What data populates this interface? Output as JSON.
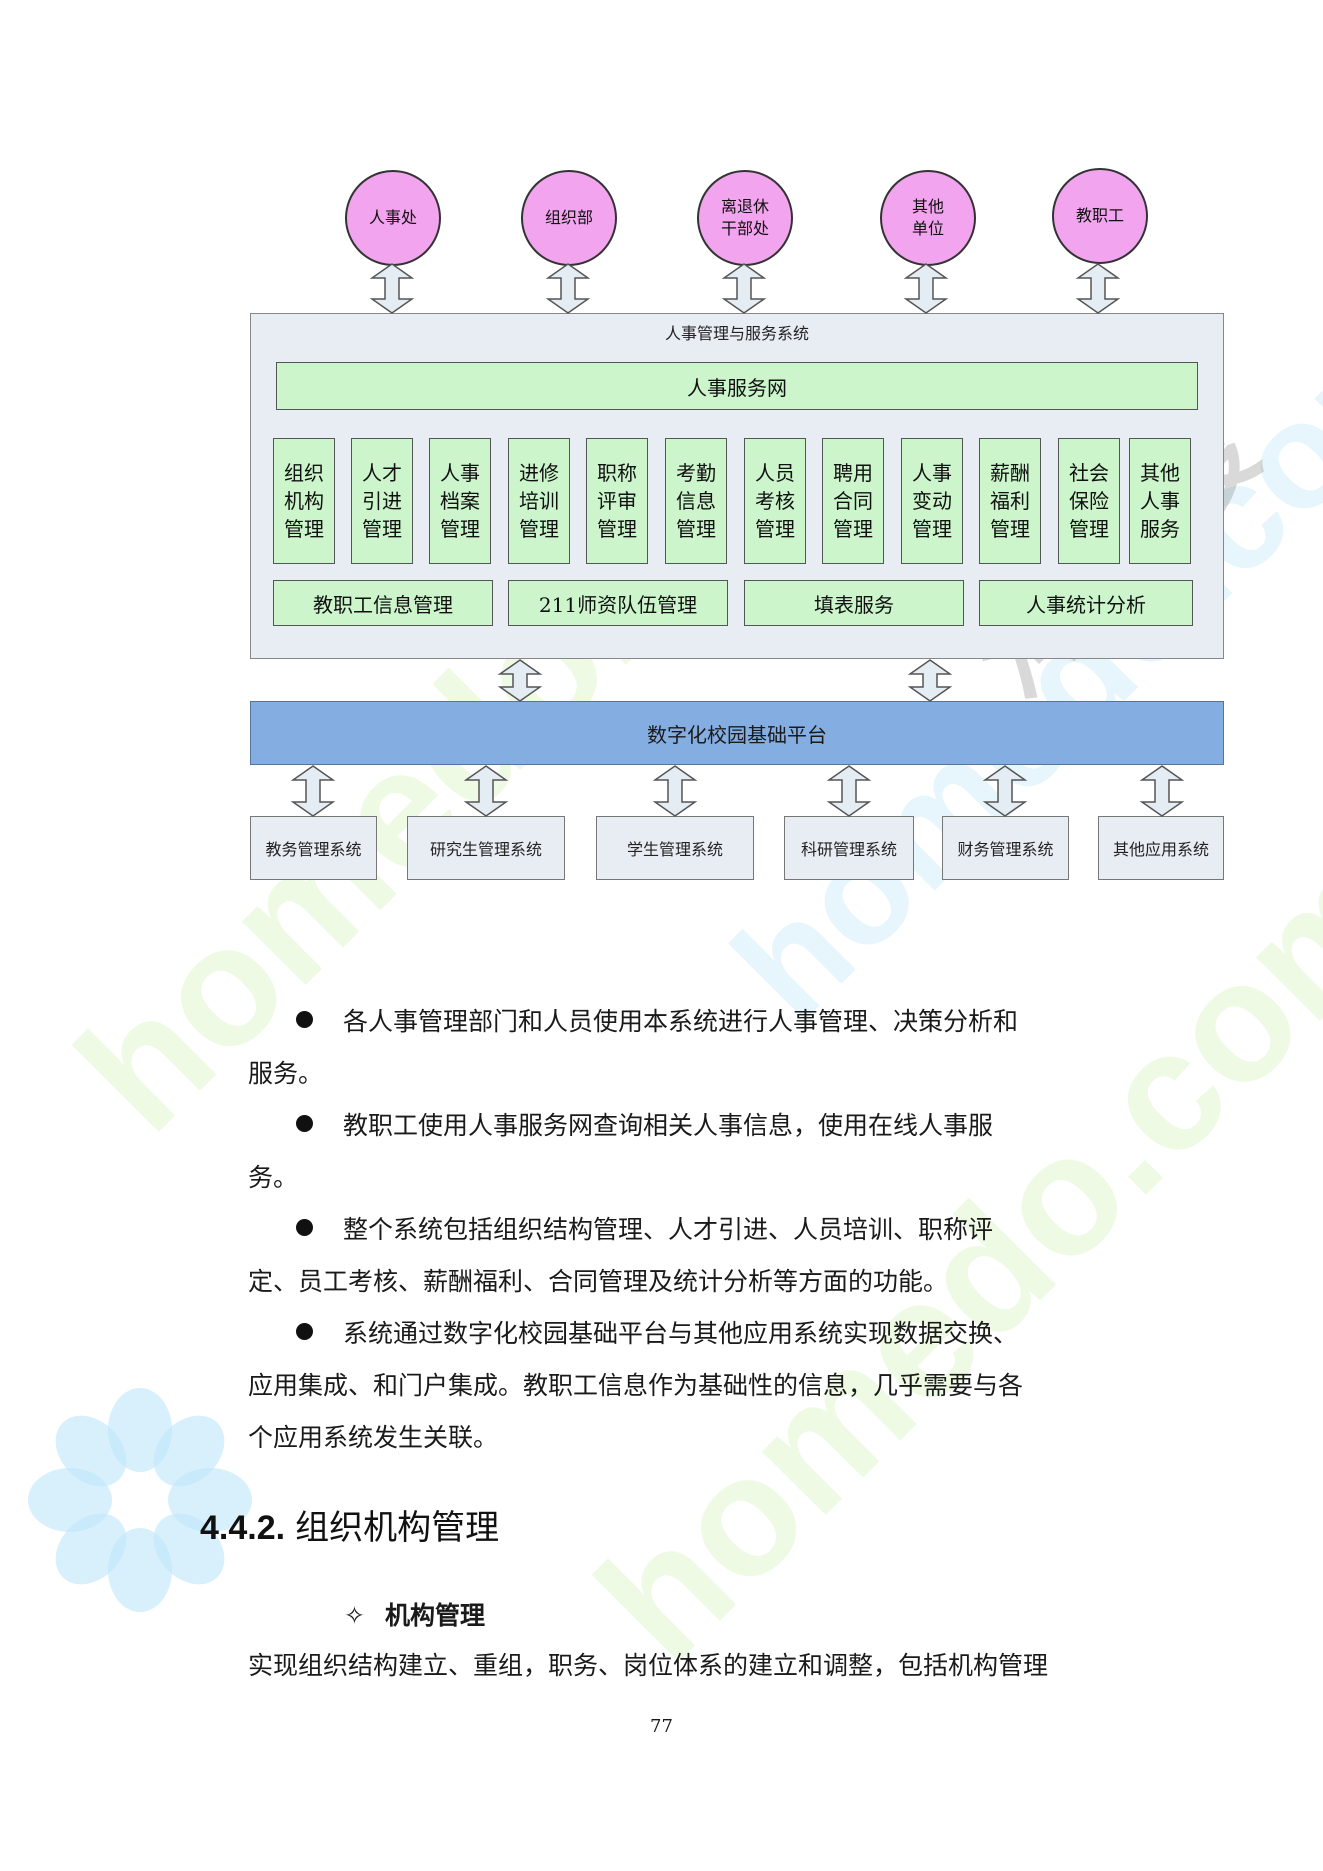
{
  "watermark": {
    "latin": "homedo.com",
    "chinese": "河姆渡"
  },
  "diagram": {
    "stakeholders": [
      "人事处",
      "组织部",
      "离退休\n干部处",
      "其他\n单位",
      "教职工"
    ],
    "system_title": "人事管理与服务系统",
    "service_net": "人事服务网",
    "modules": [
      "组织\n机构\n管理",
      "人才\n引进\n管理",
      "人事\n档案\n管理",
      "进修\n培训\n管理",
      "职称\n评审\n管理",
      "考勤\n信息\n管理",
      "人员\n考核\n管理",
      "聘用\n合同\n管理",
      "人事\n变动\n管理",
      "薪酬\n福利\n管理",
      "社会\n保险\n管理",
      "其他\n人事\n服务"
    ],
    "sub_services": [
      "教职工信息管理",
      "211师资队伍管理",
      "填表服务",
      "人事统计分析"
    ],
    "platform": "数字化校园基础平台",
    "apps": [
      "教务管理系统",
      "研究生管理系统",
      "学生管理系统",
      "科研管理系统",
      "财务管理系统",
      "其他应用系统"
    ]
  },
  "bullets": [
    {
      "first": "各人事管理部门和人员使用本系统进行人事管理、决策分析和",
      "rest": [
        "服务。"
      ]
    },
    {
      "first": "教职工使用人事服务网查询相关人事信息，使用在线人事服",
      "rest": [
        "务。"
      ]
    },
    {
      "first": "整个系统包括组织结构管理、人才引进、人员培训、职称评",
      "rest": [
        "定、员工考核、薪酬福利、合同管理及统计分析等方面的功能。"
      ]
    },
    {
      "first": "系统通过数字化校园基础平台与其他应用系统实现数据交换、",
      "rest": [
        "应用集成、和门户集成。教职工信息作为基础性的信息，几乎需要与各",
        "个应用系统发生关联。"
      ]
    }
  ],
  "section": {
    "number": "4.4.2.",
    "title": "组织机构管理"
  },
  "subsection": {
    "marker": "✧",
    "title": "机构管理"
  },
  "last_line": "实现组织结构建立、重组，职务、岗位体系的建立和调整，包括机构管理",
  "page_number": "77"
}
